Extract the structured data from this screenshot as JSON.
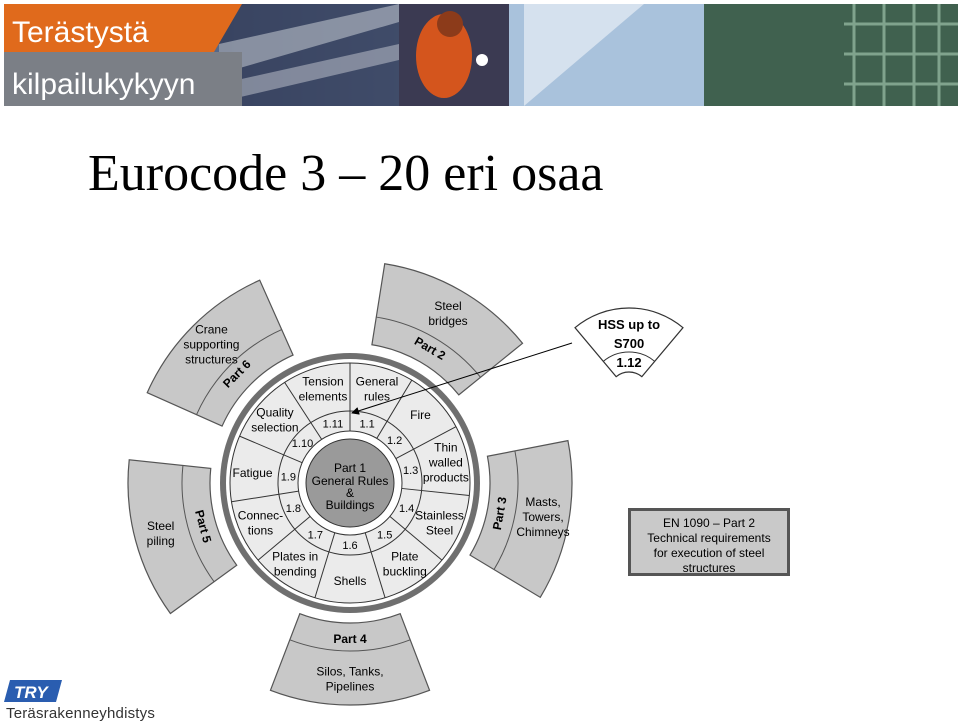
{
  "banner": {
    "line1": "Terästystä",
    "line2": "kilpailukykyyn"
  },
  "title": "Eurocode 3 – 20 eri osaa",
  "center": {
    "line1": "Part 1",
    "line2": "General Rules",
    "line3": "&",
    "line4": "Buildings"
  },
  "segments": [
    {
      "l1": "Tension",
      "l2": "elements",
      "l3": "",
      "num": "1.11"
    },
    {
      "l1": "General",
      "l2": "rules",
      "l3": "",
      "num": "1.1"
    },
    {
      "l1": "Fire",
      "l2": "",
      "l3": "",
      "num": "1.2"
    },
    {
      "l1": "Thin",
      "l2": "walled",
      "l3": "products",
      "num": "1.3"
    },
    {
      "l1": "Stainless",
      "l2": "Steel",
      "l3": "",
      "num": "1.4"
    },
    {
      "l1": "Plate",
      "l2": "buckling",
      "l3": "",
      "num": "1.5"
    },
    {
      "l1": "Shells",
      "l2": "",
      "l3": "",
      "num": "1.6"
    },
    {
      "l1": "Plates in",
      "l2": "bending",
      "l3": "",
      "num": "1.7"
    },
    {
      "l1": "Connec-",
      "l2": "tions",
      "l3": "",
      "num": "1.8"
    },
    {
      "l1": "Fatigue",
      "l2": "",
      "l3": "",
      "num": "1.9"
    },
    {
      "l1": "Quality",
      "l2": "selection",
      "l3": "",
      "num": "1.10"
    }
  ],
  "parts": [
    {
      "part": "Part 6",
      "l1": "Crane",
      "l2": "supporting",
      "l3": "structures"
    },
    {
      "part": "Part 2",
      "l1": "Steel",
      "l2": "bridges",
      "l3": ""
    },
    {
      "part": "Part 3",
      "l1": "Masts,",
      "l2": "Towers,",
      "l3": "Chimneys"
    },
    {
      "part": "Part 4",
      "l1": "Silos, Tanks,",
      "l2": "Pipelines",
      "l3": ""
    },
    {
      "part": "Part 5",
      "l1": "Steel",
      "l2": "piling",
      "l3": ""
    }
  ],
  "hss": {
    "l1": "HSS up to",
    "l2": "S700",
    "num": "1.12"
  },
  "en1090": {
    "l1": "EN 1090 – Part 2",
    "l2": "Technical requirements",
    "l3": "for execution of steel",
    "l4": "structures"
  },
  "footer": {
    "logo": "TRY",
    "org": "Teräsrakenneyhdistys"
  },
  "colors": {
    "banner_orange": "#e06a1c",
    "panel_gray": "#c8c8c8",
    "ring_light": "#ebebeb",
    "hub_gray": "#9a9a9a"
  }
}
